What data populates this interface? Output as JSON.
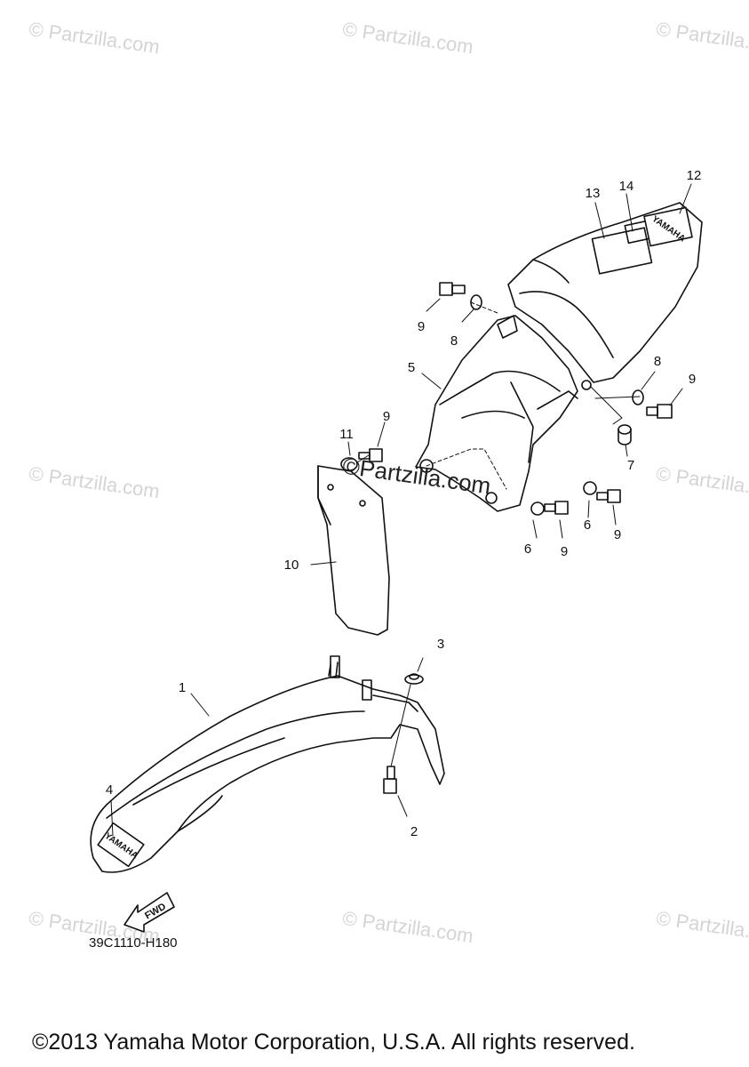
{
  "watermark_text": "© Partzilla.com",
  "center_watermark_text": "©Partzilla.com",
  "brand_text": "YAMAHA",
  "fwd_label": "FWD",
  "diagram_code": "39C1110-H180",
  "copyright": "©2013 Yamaha Motor Corporation, U.S.A. All rights reserved.",
  "callouts": [
    {
      "id": "c1",
      "label": "1"
    },
    {
      "id": "c2",
      "label": "2"
    },
    {
      "id": "c3",
      "label": "3"
    },
    {
      "id": "c4",
      "label": "4"
    },
    {
      "id": "c5",
      "label": "5"
    },
    {
      "id": "c6a",
      "label": "6"
    },
    {
      "id": "c6b",
      "label": "6"
    },
    {
      "id": "c7",
      "label": "7"
    },
    {
      "id": "c8a",
      "label": "8"
    },
    {
      "id": "c8b",
      "label": "8"
    },
    {
      "id": "c9a",
      "label": "9"
    },
    {
      "id": "c9b",
      "label": "9"
    },
    {
      "id": "c9c",
      "label": "9"
    },
    {
      "id": "c9d",
      "label": "9"
    },
    {
      "id": "c9e",
      "label": "9"
    },
    {
      "id": "c10",
      "label": "10"
    },
    {
      "id": "c11",
      "label": "11"
    },
    {
      "id": "c12",
      "label": "12"
    },
    {
      "id": "c13",
      "label": "13"
    },
    {
      "id": "c14",
      "label": "14"
    }
  ]
}
